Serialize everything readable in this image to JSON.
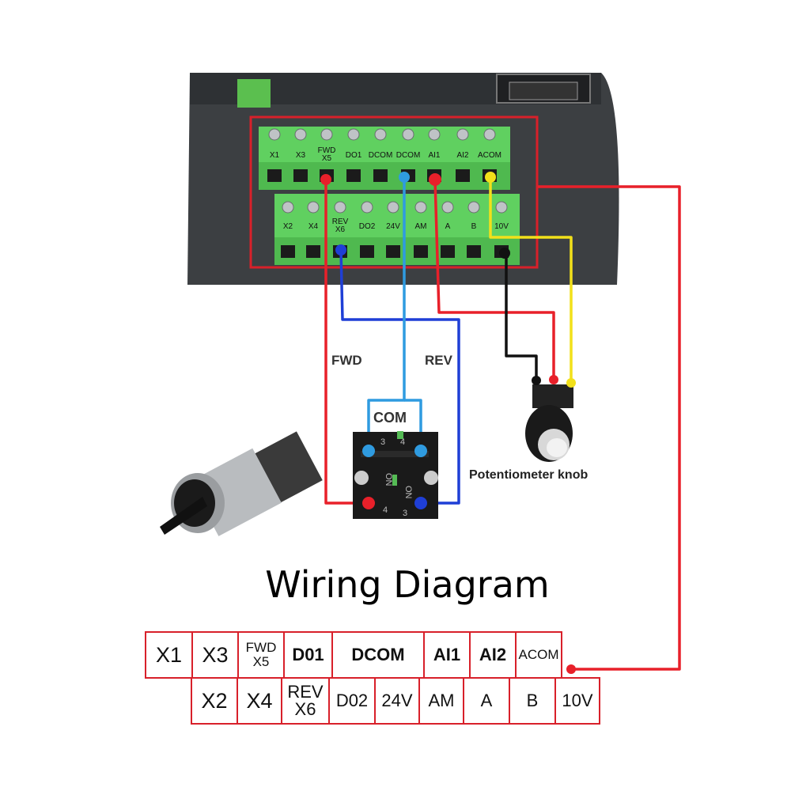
{
  "title": "Wiring Diagram",
  "labels": {
    "fwd": "FWD",
    "rev": "REV",
    "com": "COM",
    "potentiometer": "Potentiometer knob"
  },
  "terminals": {
    "top_row": [
      "X1",
      "X3",
      "FWD X5",
      "DO1",
      "DCOM",
      "DCOM",
      "AI1",
      "AI2",
      "ACOM"
    ],
    "bottom_row": [
      "X2",
      "X4",
      "REV X6",
      "DO2",
      "24V",
      "AM",
      "A",
      "B",
      "10V"
    ]
  },
  "switch_labels": {
    "top_left": "3",
    "top_right": "4",
    "bottom_left": "4",
    "bottom_right": "3",
    "on_left": "ON",
    "on_right": "ON"
  },
  "table": {
    "row1": [
      {
        "top": "X1"
      },
      {
        "top": "X3"
      },
      {
        "top": "FWD",
        "bottom": "X5"
      },
      {
        "top": "D01"
      },
      {
        "top": "DCOM"
      },
      {
        "top": "AI1"
      },
      {
        "top": "AI2"
      },
      {
        "top": "ACOM"
      }
    ],
    "row2": [
      {
        "top": "X2"
      },
      {
        "top": "X4"
      },
      {
        "top": "REV",
        "bottom": "X6"
      },
      {
        "top": "D02"
      },
      {
        "top": "24V"
      },
      {
        "top": "AM"
      },
      {
        "top": "A"
      },
      {
        "top": "B"
      },
      {
        "top": "10V"
      }
    ]
  },
  "colors": {
    "red_wire": "#e8202a",
    "blue_wire": "#1f3fd6",
    "light_blue_wire": "#2f9be0",
    "yellow_wire": "#f2e01a",
    "black_wire": "#111111",
    "terminal_green": "#5fd35f",
    "device_body": "#3a3d40",
    "outline_red": "#d8202a"
  }
}
